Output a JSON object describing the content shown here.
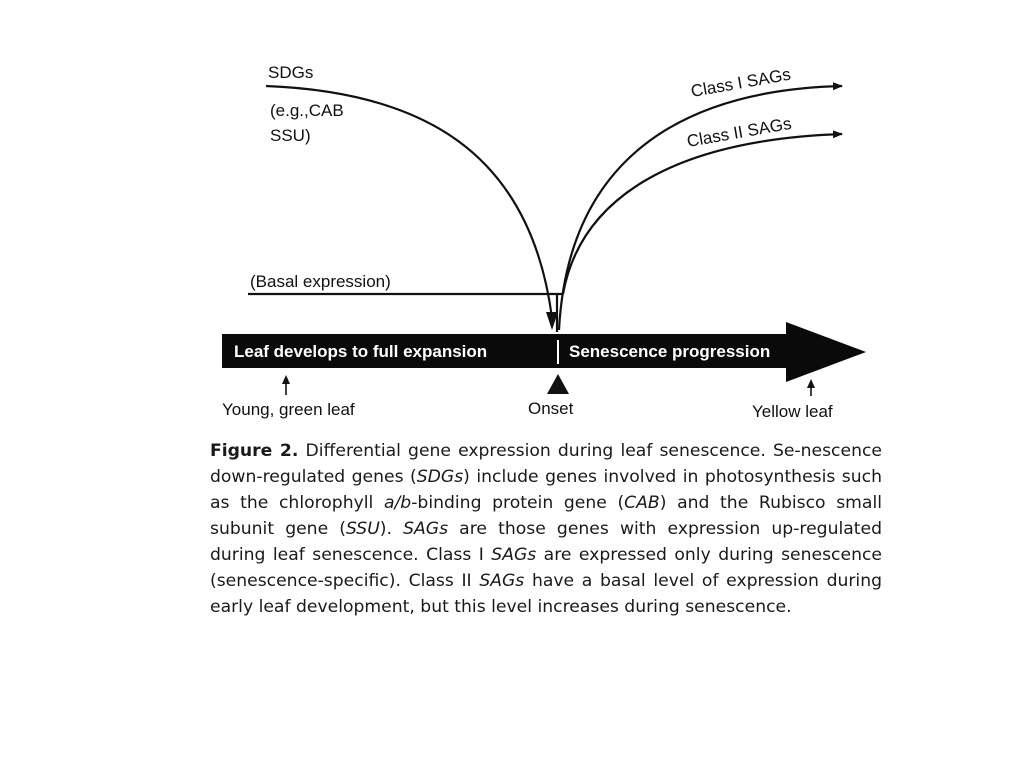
{
  "diagram": {
    "sdg_label": "SDGs",
    "sdg_example_line1": "(e.g.,CAB",
    "sdg_example_line2": "SSU)",
    "class1_label": "Class I SAGs",
    "class2_label": "Class II SAGs",
    "basal_label": "(Basal expression)",
    "bar_left_text": "Leaf develops to full expansion",
    "bar_right_text": "Senescence progression",
    "young_leaf": "Young, green leaf",
    "onset": "Onset",
    "yellow_leaf": "Yellow leaf"
  },
  "caption": {
    "figure_label": "Figure 2.",
    "s1": " Differential gene expression during leaf senescence. Se-nescence down-regulated genes (",
    "t_sdgs": "SDGs",
    "s2": ") include genes involved in photosynthesis such as the chlorophyll ",
    "t_ab": "a/b",
    "s3": "-binding protein gene (",
    "t_cab": "CAB",
    "s4": ") and the Rubisco small subunit gene (",
    "t_ssu": "SSU",
    "s5": "). ",
    "t_sags1": "SAGs",
    "s6": " are those genes with expression up-regulated during leaf senescence. Class I ",
    "t_sags2": "SAGs",
    "s7": " are expressed only during senescence (senescence-specific). Class II ",
    "t_sags3": "SAGs",
    "s8": " have a basal level of expression during early leaf development, but this level increases during senescence."
  },
  "colors": {
    "ink": "#111111",
    "background": "#ffffff"
  }
}
